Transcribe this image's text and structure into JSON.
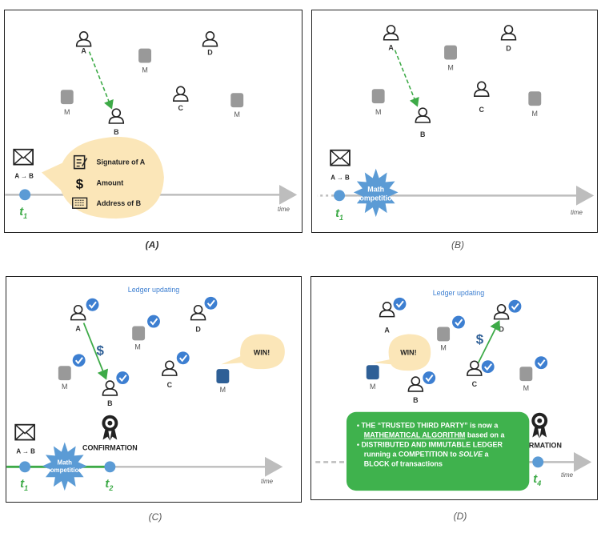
{
  "captions": {
    "a": "(A)",
    "b": "(B)",
    "c": "(C)",
    "d": "(D)"
  },
  "labels": {
    "A": "A",
    "B": "B",
    "C": "C",
    "D": "D",
    "M": "M",
    "a_to_b": "A → B",
    "time": "time",
    "t": "t",
    "t1_sub": "1",
    "t2_sub": "2",
    "t4_sub": "4"
  },
  "panel_a": {
    "bubble_items": [
      "Signature of A",
      "Amount",
      "Address of B"
    ]
  },
  "panel_b": {
    "star_line1": "Math",
    "star_line2": "competition"
  },
  "panel_c": {
    "title": "Ledger updating",
    "win": "WIN!",
    "confirmation": "CONFIRMATION",
    "star_line1": "Math",
    "star_line2": "competition"
  },
  "panel_d": {
    "title": "Ledger updating",
    "win": "WIN!",
    "confirmation_partial": "IRMATION",
    "box_lines": [
      "THE “TRUSTED THIRD PARTY” is now a",
      "MATHEMATICAL ALGORITHM",
      "based on a",
      "DISTRIBUTED AND IMMUTABLE LEDGER",
      "running a COMPETITION to",
      "SOLVE",
      "a",
      "BLOCK of transactions"
    ]
  },
  "colors": {
    "blue": "#5b9bd5",
    "green": "#3daa47",
    "gray": "#999999",
    "bubble": "#fbe6b8",
    "box_green": "#3fb24d",
    "dark_blue": "#2e5f96"
  }
}
